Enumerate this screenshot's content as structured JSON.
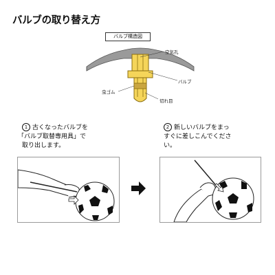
{
  "title": "バルブの取り替え方",
  "diagram": {
    "title": "バルブ構造図",
    "labels": {
      "air_hole": "空気孔",
      "valve": "バルブ",
      "rubber": "虫ゴム",
      "cut_line": "切れ目"
    }
  },
  "steps": [
    {
      "number": "1",
      "lines": [
        "古くなったバルブを",
        "「バルブ取替専用具」で",
        "取り出します。"
      ]
    },
    {
      "number": "2",
      "lines": [
        "新しいバルブをまっ",
        "すぐに差しこんでくださ",
        "い。"
      ]
    }
  ],
  "colors": {
    "valve_fill": "#f5d55a",
    "valve_stroke": "#8a6d10",
    "ball_fill": "#111111"
  },
  "icons": {
    "next": "right-arrow-icon"
  }
}
